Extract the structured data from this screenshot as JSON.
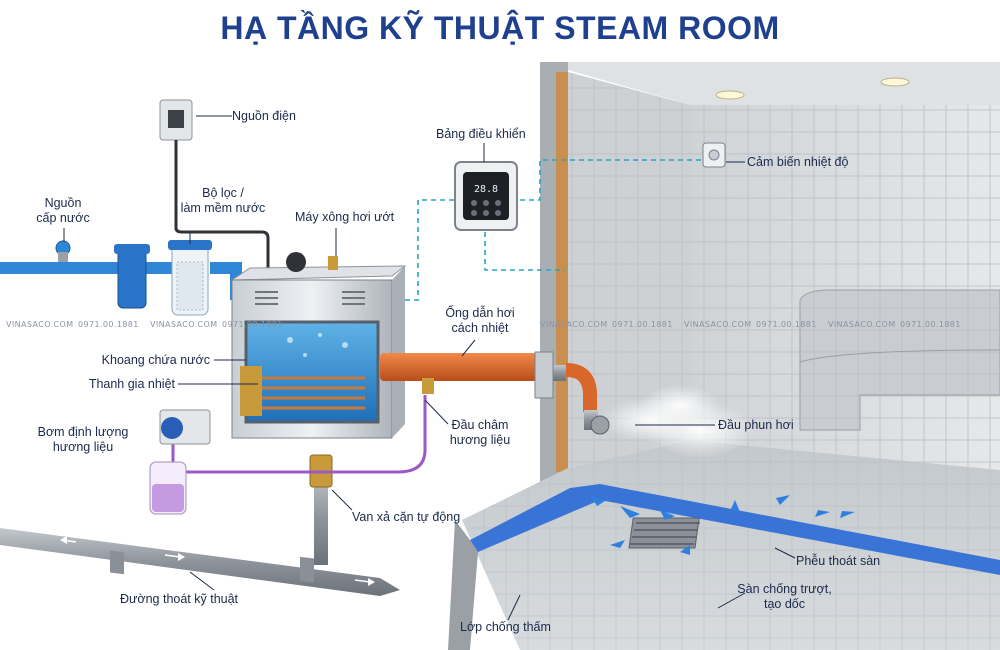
{
  "title": "HẠ TẦNG KỸ THUẬT STEAM ROOM",
  "labels": {
    "power_source": "Nguồn điện",
    "control_panel": "Bảng điều khiển",
    "temp_sensor": "Cảm biến nhiệt độ",
    "water_supply": "Nguồn\ncấp nước",
    "filter": "Bộ lọc /\nlàm mềm nước",
    "steam_generator": "Máy xông hơi ướt",
    "insulated_pipe": "Ống dẫn hơi\ncách nhiệt",
    "water_chamber": "Khoang chứa nước",
    "heating_element": "Thanh gia nhiệt",
    "dosing_pump": "Bơm định lượng\nhương liệu",
    "aroma_injector": "Đầu châm\nhương liệu",
    "steam_nozzle": "Đầu phun hơi",
    "drain_valve": "Van xả cặn tự động",
    "floor_drain": "Phễu thoát sàn",
    "technical_drain": "Đường thoát kỹ thuật",
    "anti_slip_floor": "Sàn chống trượt,\ntạo dốc",
    "waterproof_layer": "Lớp chống thấm"
  },
  "display_reading": "28.8",
  "watermark": {
    "brand": "VINASACO.COM",
    "phone": "0971.00.1881"
  },
  "colors": {
    "title": "#1f3f8f",
    "label": "#1b2a4a",
    "water_pipe": "#2f86d6",
    "steam_pipe": "#d9662a",
    "aroma_line": "#9b59c6",
    "signal_line": "#27a3c4",
    "drain_pipe": "#9aa0a8"
  }
}
